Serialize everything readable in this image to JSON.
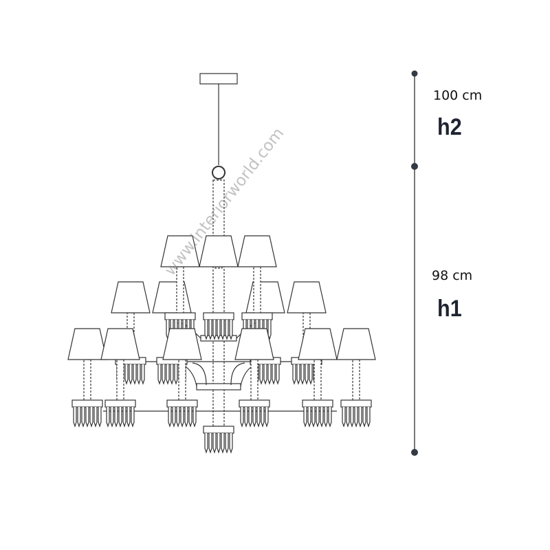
{
  "dimensions": {
    "h2": {
      "label": "h2",
      "value": "100 cm"
    },
    "h1": {
      "label": "h1",
      "value": "98 cm"
    }
  },
  "watermark": "www.interiorworld.com",
  "colors": {
    "line": "#333333",
    "dimension_line": "#777777",
    "dot": "#333a44"
  }
}
